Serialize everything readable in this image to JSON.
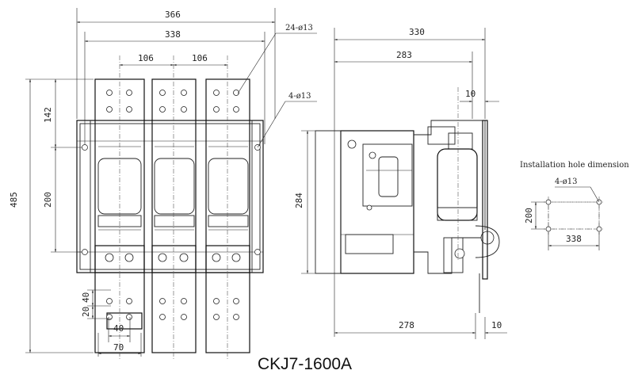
{
  "title": "CKJ7-1600A",
  "front_view": {
    "dimensions": {
      "overall_width": "366",
      "mount_width": "338",
      "pole_pitch_1": "106",
      "pole_pitch_2": "106",
      "overall_height": "485",
      "top_hole_offset": "142",
      "mount_height": "200",
      "terminal_pitch_v1": "40",
      "terminal_pitch_v2": "20",
      "terminal_hole_span": "40",
      "terminal_width": "70"
    },
    "callouts": {
      "terminal_holes": "24-ø13",
      "mount_holes": "4-ø13"
    }
  },
  "side_view": {
    "dimensions": {
      "overall_depth": "330",
      "depth_to_bracket": "283",
      "bracket_thickness_top": "10",
      "height": "284",
      "base_depth": "278",
      "bracket_thickness_bottom": "10"
    }
  },
  "installation": {
    "heading": "Installation hole dimension",
    "holes": "4-ø13",
    "hole_spacing_v": "200",
    "hole_spacing_h": "338"
  }
}
